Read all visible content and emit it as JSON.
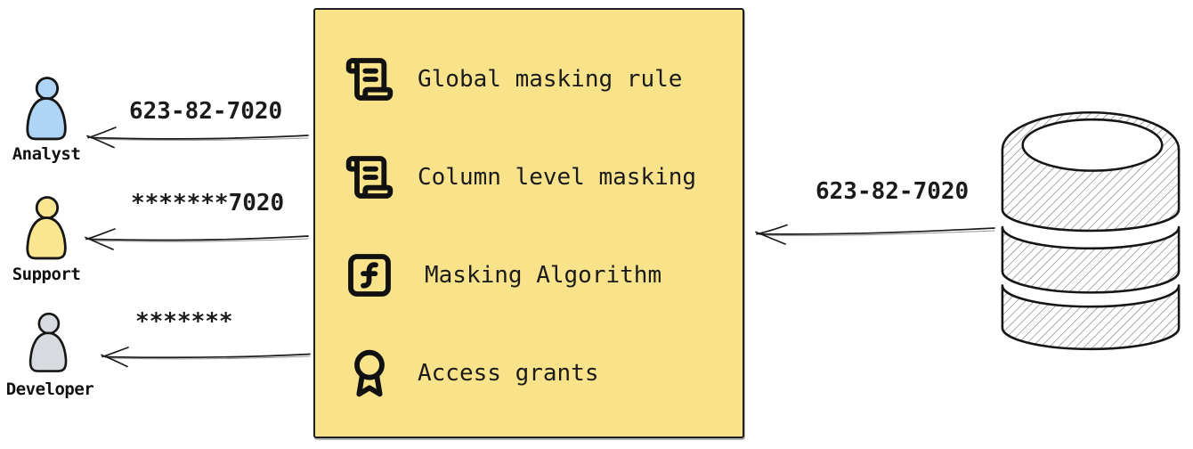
{
  "canvas": {
    "background": "#ffffff",
    "ink": "#1b1b1b"
  },
  "personas": [
    {
      "name": "Analyst",
      "received_value": "623-82-7020",
      "icon": "person-icon",
      "color": "#aed5f5"
    },
    {
      "name": "Support",
      "received_value": "*******7020",
      "icon": "person-icon",
      "color": "#fae590"
    },
    {
      "name": "Developer",
      "received_value": "*******",
      "icon": "person-icon",
      "color": "#d7dade"
    }
  ],
  "masking_box": {
    "background": "#f9e38a",
    "items": [
      {
        "label": "Global masking rule",
        "icon": "scroll-text-icon"
      },
      {
        "label": "Column level masking",
        "icon": "scroll-text-icon"
      },
      {
        "label": "Masking Algorithm",
        "icon": "function-square-icon"
      },
      {
        "label": "Access grants",
        "icon": "award-icon"
      }
    ]
  },
  "database": {
    "icon": "database-icon",
    "arrow_label": "623-82-7020"
  }
}
